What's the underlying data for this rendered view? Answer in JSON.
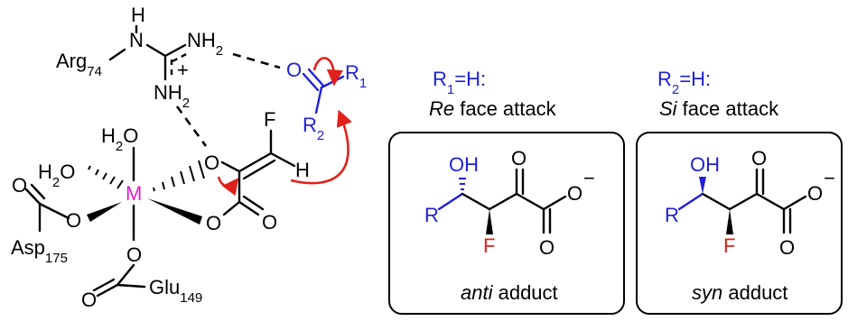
{
  "left_complex": {
    "residues": {
      "arg": {
        "name": "Arg",
        "num": "74"
      },
      "asp": {
        "name": "Asp",
        "num": "175"
      },
      "glu": {
        "name": "Glu",
        "num": "149"
      }
    },
    "atoms": {
      "nh_top": "H",
      "n_link": "N",
      "nh2_upper": "NH",
      "nh2_upper_sub": "2",
      "plus": "+",
      "nh2_lower": "NH",
      "nh2_lower_sub": "2",
      "water1": "H",
      "water1_sub": "2",
      "water1_o": "O",
      "water2": "H",
      "water2_sub": "2",
      "water2_o": "O",
      "metal": "M",
      "o_enolate": "O",
      "f": "F",
      "h_vinyl": "H",
      "o_carb1": "O",
      "o_carb2": "O",
      "o_asp1": "O",
      "o_asp2": "O",
      "o_glu1": "O",
      "o_glu2": "O",
      "o_aldehyde": "O",
      "r1": "R",
      "r1_sub": "1",
      "r2": "R",
      "r2_sub": "2"
    }
  },
  "panel_left": {
    "cond_prefix": "R",
    "cond_sub": "1",
    "cond_suffix": "=H:",
    "face_italic": "Re",
    "face_rest": " face attack",
    "oh": "OH",
    "r": "R",
    "o_keto": "O",
    "o_acid1": "O",
    "o_acid2": "O",
    "minus": "−",
    "f": "F",
    "caption_italic": "anti",
    "caption_rest": " adduct"
  },
  "panel_right": {
    "cond_prefix": "R",
    "cond_sub": "2",
    "cond_suffix": "=H:",
    "face_italic": "Si",
    "face_rest": " face attack",
    "oh": "OH",
    "r": "R",
    "o_keto": "O",
    "o_acid1": "O",
    "o_acid2": "O",
    "minus": "−",
    "f": "F",
    "caption_italic": "syn",
    "caption_rest": " adduct"
  },
  "colors": {
    "blue": "#1f1fd6",
    "red": "#e0201a",
    "metal": "#e020c8",
    "black": "#000000"
  }
}
